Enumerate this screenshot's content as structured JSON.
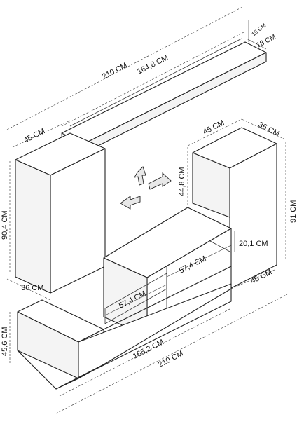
{
  "dimensions": {
    "shelf_length": "210 CM",
    "shelf_inner": "164,8 CM",
    "shelf_depth": "15 CM",
    "shelf_height": "18 CM",
    "left_cab_width": "45 CM",
    "left_cab_height": "90,4 CM",
    "left_cab_depth": "36 CM",
    "right_cab_width": "45 CM",
    "right_cab_depth": "36 CM",
    "right_cab_height": "91 CM",
    "gap_height": "44,8 CM",
    "drawer_height": "20,1 CM",
    "compartment_right": "57,4 CM",
    "compartment_left": "57,4 CM",
    "base_depth": "45 CM",
    "base_height": "45,6 CM",
    "base_inner": "165,2 CM",
    "base_length": "210 CM"
  }
}
